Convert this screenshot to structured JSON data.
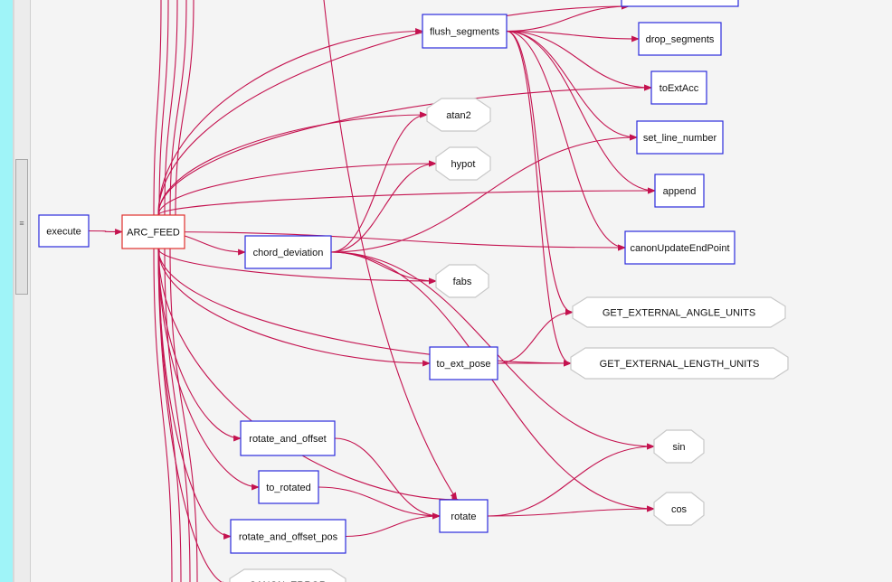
{
  "graph": {
    "nodes": [
      {
        "id": "execute",
        "label": "execute",
        "shape": "box"
      },
      {
        "id": "arc_feed",
        "label": "ARC_FEED",
        "shape": "box",
        "highlight": true
      },
      {
        "id": "flush_segments",
        "label": "flush_segments",
        "shape": "box"
      },
      {
        "id": "drop_segments",
        "label": "drop_segments",
        "shape": "box"
      },
      {
        "id": "toExtAcc",
        "label": "toExtAcc",
        "shape": "box"
      },
      {
        "id": "set_line_number",
        "label": "set_line_number",
        "shape": "box"
      },
      {
        "id": "append",
        "label": "append",
        "shape": "box"
      },
      {
        "id": "canonUpdateEndPoint",
        "label": "canonUpdateEndPoint",
        "shape": "box"
      },
      {
        "id": "chord_deviation",
        "label": "chord_deviation",
        "shape": "box"
      },
      {
        "id": "atan2",
        "label": "atan2",
        "shape": "octagon"
      },
      {
        "id": "hypot",
        "label": "hypot",
        "shape": "octagon"
      },
      {
        "id": "fabs",
        "label": "fabs",
        "shape": "octagon"
      },
      {
        "id": "get_ext_angle",
        "label": "GET_EXTERNAL_ANGLE_UNITS",
        "shape": "octagon"
      },
      {
        "id": "get_ext_length",
        "label": "GET_EXTERNAL_LENGTH_UNITS",
        "shape": "octagon"
      },
      {
        "id": "to_ext_pose",
        "label": "to_ext_pose",
        "shape": "box"
      },
      {
        "id": "rotate_and_offset",
        "label": "rotate_and_offset",
        "shape": "box"
      },
      {
        "id": "to_rotated",
        "label": "to_rotated",
        "shape": "box"
      },
      {
        "id": "rotate_and_offset_pos",
        "label": "rotate_and_offset_pos",
        "shape": "box"
      },
      {
        "id": "rotate",
        "label": "rotate",
        "shape": "box"
      },
      {
        "id": "sin",
        "label": "sin",
        "shape": "octagon"
      },
      {
        "id": "cos",
        "label": "cos",
        "shape": "octagon"
      },
      {
        "id": "canon_error",
        "label": "CANON_ERROR",
        "shape": "octagon"
      },
      {
        "id": "top_box",
        "label": "",
        "shape": "box"
      }
    ],
    "edges": [
      {
        "from": "execute",
        "to": "arc_feed"
      },
      {
        "from": "arc_feed",
        "to": "flush_segments"
      },
      {
        "from": "arc_feed",
        "to": "toExtAcc"
      },
      {
        "from": "arc_feed",
        "to": "atan2"
      },
      {
        "from": "arc_feed",
        "to": "hypot"
      },
      {
        "from": "arc_feed",
        "to": "append"
      },
      {
        "from": "arc_feed",
        "to": "chord_deviation"
      },
      {
        "from": "arc_feed",
        "to": "fabs"
      },
      {
        "from": "arc_feed",
        "to": "canonUpdateEndPoint"
      },
      {
        "from": "arc_feed",
        "to": "to_ext_pose"
      },
      {
        "from": "arc_feed",
        "to": "get_ext_length"
      },
      {
        "from": "arc_feed",
        "to": "rotate_and_offset"
      },
      {
        "from": "arc_feed",
        "to": "to_rotated"
      },
      {
        "from": "arc_feed",
        "to": "rotate_and_offset_pos"
      },
      {
        "from": "arc_feed",
        "to": "canon_error"
      },
      {
        "from": "arc_feed",
        "to": "rotate"
      },
      {
        "from": "arc_feed",
        "to": "top_box"
      },
      {
        "from": "flush_segments",
        "to": "top_box"
      },
      {
        "from": "flush_segments",
        "to": "drop_segments"
      },
      {
        "from": "flush_segments",
        "to": "toExtAcc"
      },
      {
        "from": "flush_segments",
        "to": "set_line_number"
      },
      {
        "from": "flush_segments",
        "to": "append"
      },
      {
        "from": "flush_segments",
        "to": "canonUpdateEndPoint"
      },
      {
        "from": "flush_segments",
        "to": "get_ext_angle"
      },
      {
        "from": "flush_segments",
        "to": "get_ext_length"
      },
      {
        "from": "chord_deviation",
        "to": "atan2"
      },
      {
        "from": "chord_deviation",
        "to": "hypot"
      },
      {
        "from": "chord_deviation",
        "to": "fabs"
      },
      {
        "from": "chord_deviation",
        "to": "set_line_number"
      },
      {
        "from": "chord_deviation",
        "to": "sin"
      },
      {
        "from": "chord_deviation",
        "to": "cos"
      },
      {
        "from": "to_ext_pose",
        "to": "get_ext_angle"
      },
      {
        "from": "to_ext_pose",
        "to": "get_ext_length"
      },
      {
        "from": "rotate_and_offset",
        "to": "rotate"
      },
      {
        "from": "to_rotated",
        "to": "rotate"
      },
      {
        "from": "rotate_and_offset_pos",
        "to": "rotate"
      },
      {
        "from": "rotate",
        "to": "sin"
      },
      {
        "from": "rotate",
        "to": "cos"
      }
    ],
    "colors": {
      "edge": "#c4124f",
      "box_border": "#2b2bdc",
      "highlight_border": "#e0302c",
      "octagon_border": "#c8c8c8",
      "node_fill": "#ffffff",
      "background": "#f4f4f4"
    }
  },
  "splitter": {
    "grip_icon": "≡"
  }
}
